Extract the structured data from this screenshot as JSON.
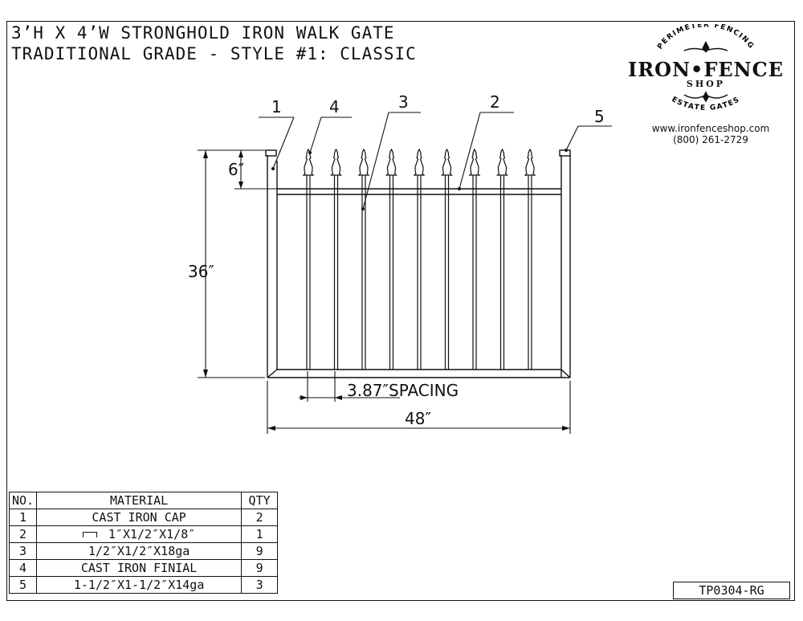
{
  "title": {
    "line1": "3’H X 4’W STRONGHOLD IRON WALK GATE",
    "line2": "TRADITIONAL GRADE - STYLE #1: CLASSIC"
  },
  "logo": {
    "arc_top": "PERIMETER FENCING",
    "wordmark": "IRON•FENCE",
    "sub": "SHOP",
    "arc_bottom": "ESTATE GATES"
  },
  "contact": {
    "website": "www.ironfenceshop.com",
    "phone": "(800) 261-2729"
  },
  "diagram": {
    "callouts": [
      "5",
      "4",
      "3",
      "2",
      "1"
    ],
    "dim_height": "36″",
    "dim_finial": "6″",
    "dim_spacing": "3.87″SPACING",
    "dim_width": "48″",
    "picket_count": 9
  },
  "bom": {
    "headers": [
      "NO.",
      "MATERIAL",
      "QTY"
    ],
    "rows": [
      {
        "no": "1",
        "material": "CAST IRON CAP",
        "qty": "2"
      },
      {
        "no": "2",
        "material": "1″X1/2″X1/8″",
        "qty": "1",
        "icon": "channel-icon"
      },
      {
        "no": "3",
        "material": "1/2″X1/2″X18ga",
        "qty": "9"
      },
      {
        "no": "4",
        "material": "CAST IRON FINIAL",
        "qty": "9"
      },
      {
        "no": "5",
        "material": "1-1/2″X1-1/2″X14ga",
        "qty": "3"
      }
    ]
  },
  "drawing_code": "TP0304-RG"
}
